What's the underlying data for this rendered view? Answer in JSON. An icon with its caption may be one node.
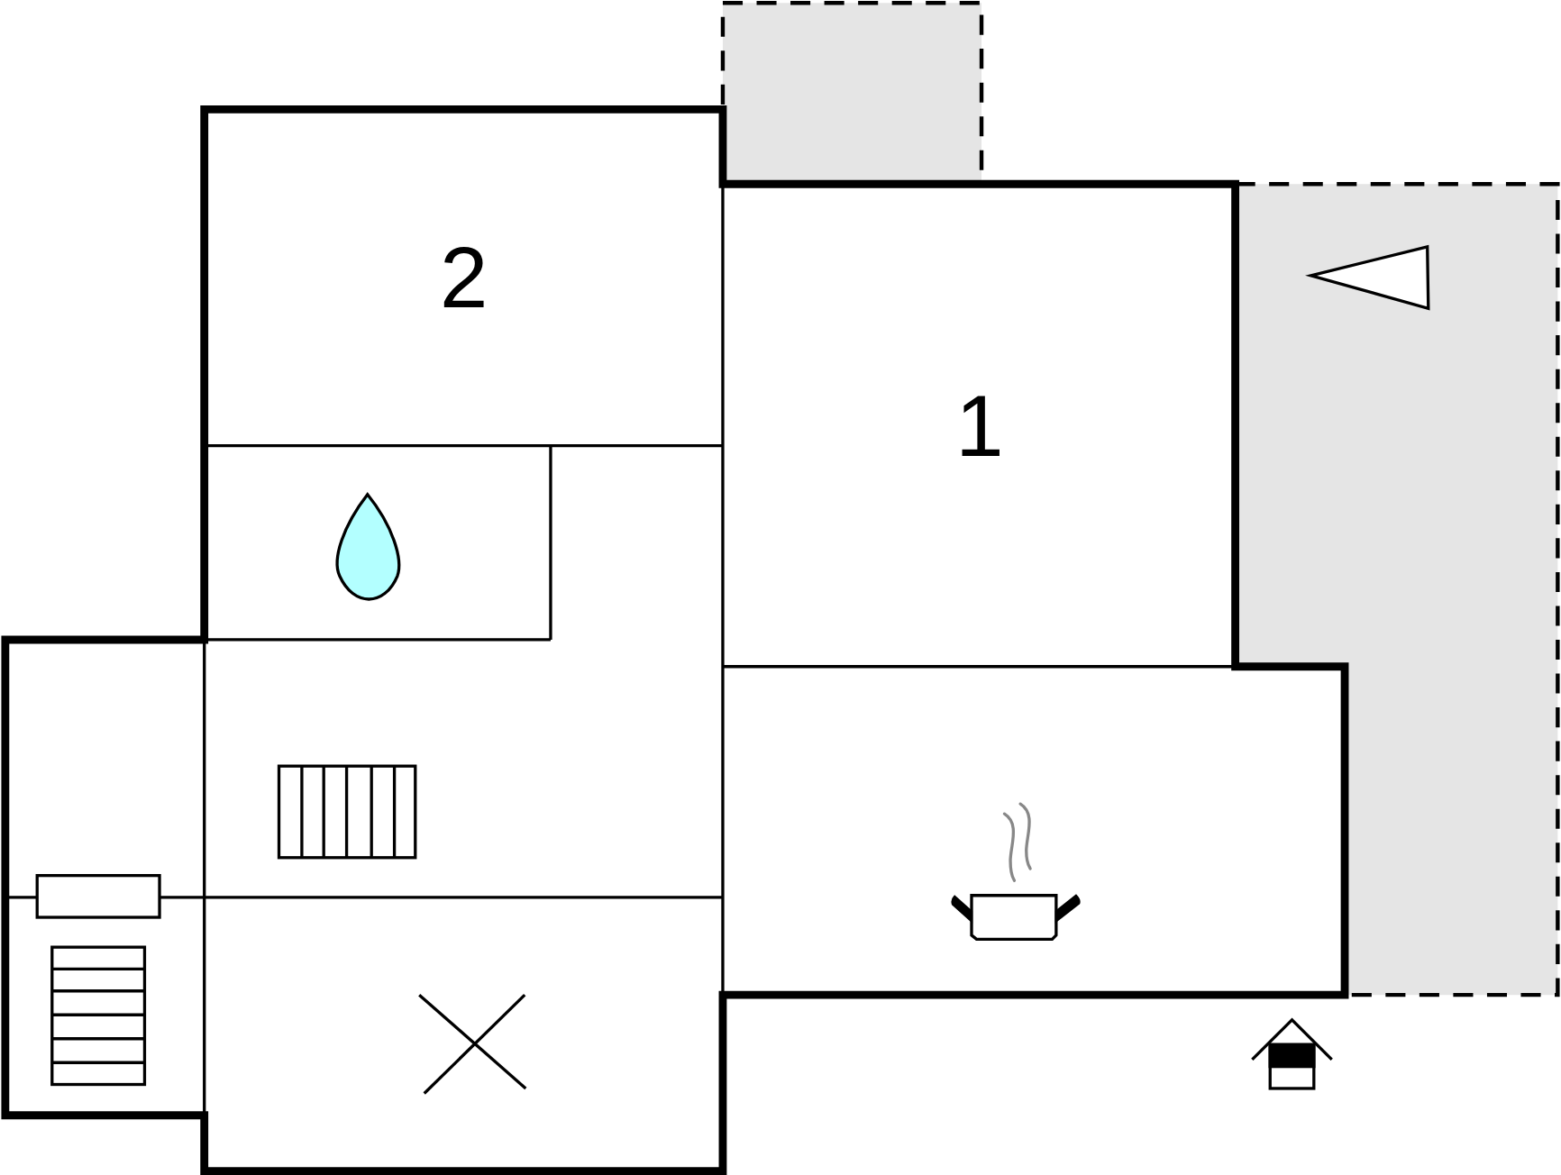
{
  "diagram": {
    "nodes": [
      {
        "text": [],
        "shape": "box"
      },
      {
        "text": [
          "2"
        ]
      },
      {
        "text": [
          "1"
        ]
      },
      {
        "text": [],
        "shape": "box"
      }
    ]
  }
}
